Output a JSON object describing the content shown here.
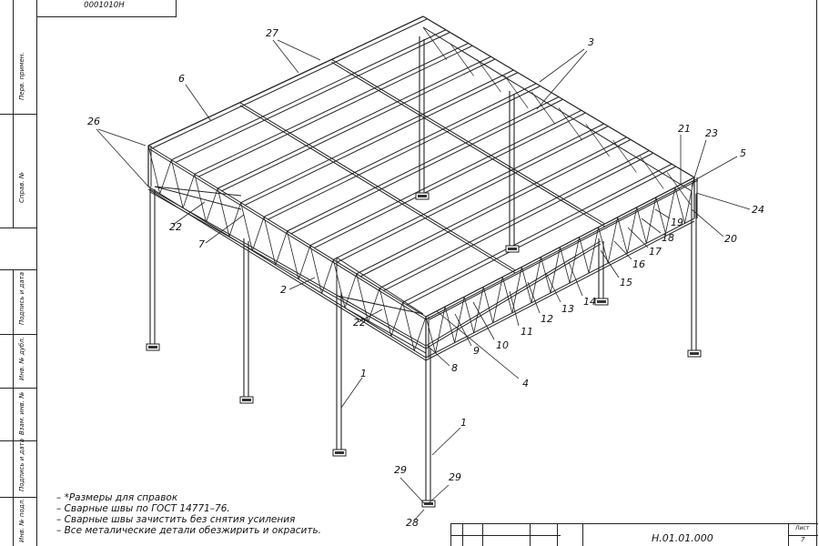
{
  "frame": {
    "top_stamp": "0001010Н",
    "left_strip": [
      "Перв. примен.",
      "Справ. №",
      "Подпись и дата",
      "Инв. № дубл.",
      "Взам. инв. №",
      "Подпись и дата",
      "Инв. № подл."
    ]
  },
  "callouts": [
    "1",
    "1",
    "2",
    "3",
    "4",
    "5",
    "6",
    "7",
    "8",
    "9",
    "10",
    "11",
    "12",
    "13",
    "14",
    "15",
    "16",
    "17",
    "18",
    "19",
    "20",
    "21",
    "22",
    "22",
    "23",
    "24",
    "26",
    "27",
    "28",
    "29",
    "29"
  ],
  "notes": [
    "– *Размеры для справок",
    "– Сварные швы по ГОСТ 14771–76.",
    "– Сварные швы зачистить без снятия усиления",
    "– Все металические детали обезжирить и окрасить."
  ],
  "title_block": {
    "designation": "Н.01.01.000",
    "sheet_label": "Лист",
    "sheet_number": "7"
  }
}
